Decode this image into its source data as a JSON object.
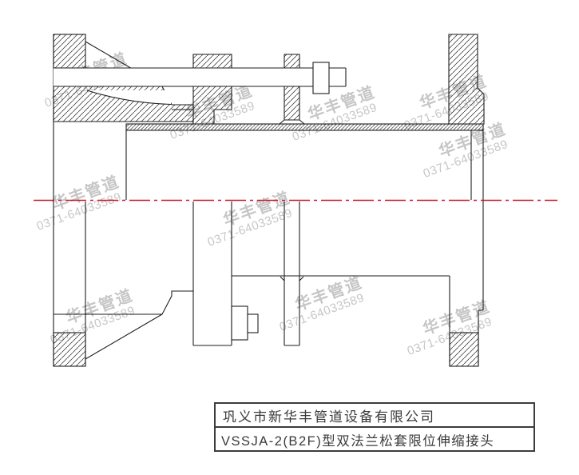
{
  "watermark": {
    "line1": "华丰管道",
    "line2": "0371-64033589",
    "color": "#c0c0c0"
  },
  "drawing": {
    "type": "engineering-section-view",
    "subject": "double-flange loose-sleeve limited expansion joint",
    "line_color": "#1e1e1e",
    "centerline_color": "#c41a22",
    "background": "#ffffff"
  },
  "title_block": {
    "company": "巩义市新华丰管道设备有限公司",
    "model": "VSSJA-2(B2F)型双法兰松套限位伸缩接头"
  }
}
